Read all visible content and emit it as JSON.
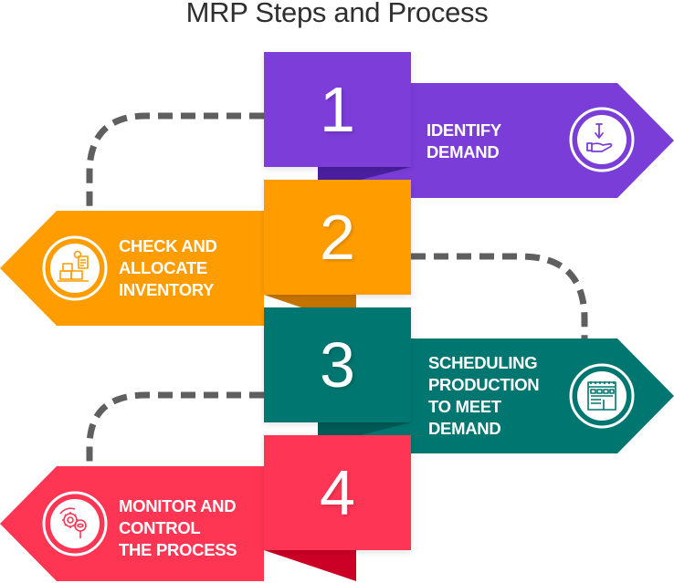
{
  "title": "MRP Steps and Process",
  "colors": {
    "step1": "#7B3DD8",
    "step1_fold": "#4A1FA0",
    "step2": "#FF9D00",
    "step2_fold": "#C77400",
    "step3": "#007670",
    "step3_fold": "#005A55",
    "step4": "#FF3554",
    "step4_fold": "#CC0027",
    "connector": "#5F5F5F",
    "title": "#2F2F2F"
  },
  "steps": [
    {
      "number": "1",
      "label_lines": [
        "IDENTIFY",
        "DEMAND"
      ],
      "icon": "hand-receive-arrow-icon",
      "direction": "right"
    },
    {
      "number": "2",
      "label_lines": [
        "CHECK AND",
        "ALLOCATE",
        "INVENTORY"
      ],
      "icon": "inventory-boxes-checklist-icon",
      "direction": "left"
    },
    {
      "number": "3",
      "label_lines": [
        "SCHEDULING",
        "PRODUCTION",
        "TO MEET",
        "DEMAND"
      ],
      "icon": "factory-calendar-icon",
      "direction": "right"
    },
    {
      "number": "4",
      "label_lines": [
        "MONITOR AND",
        "CONTROL",
        "THE PROCESS"
      ],
      "icon": "gear-magnifier-icon",
      "direction": "left"
    }
  ]
}
